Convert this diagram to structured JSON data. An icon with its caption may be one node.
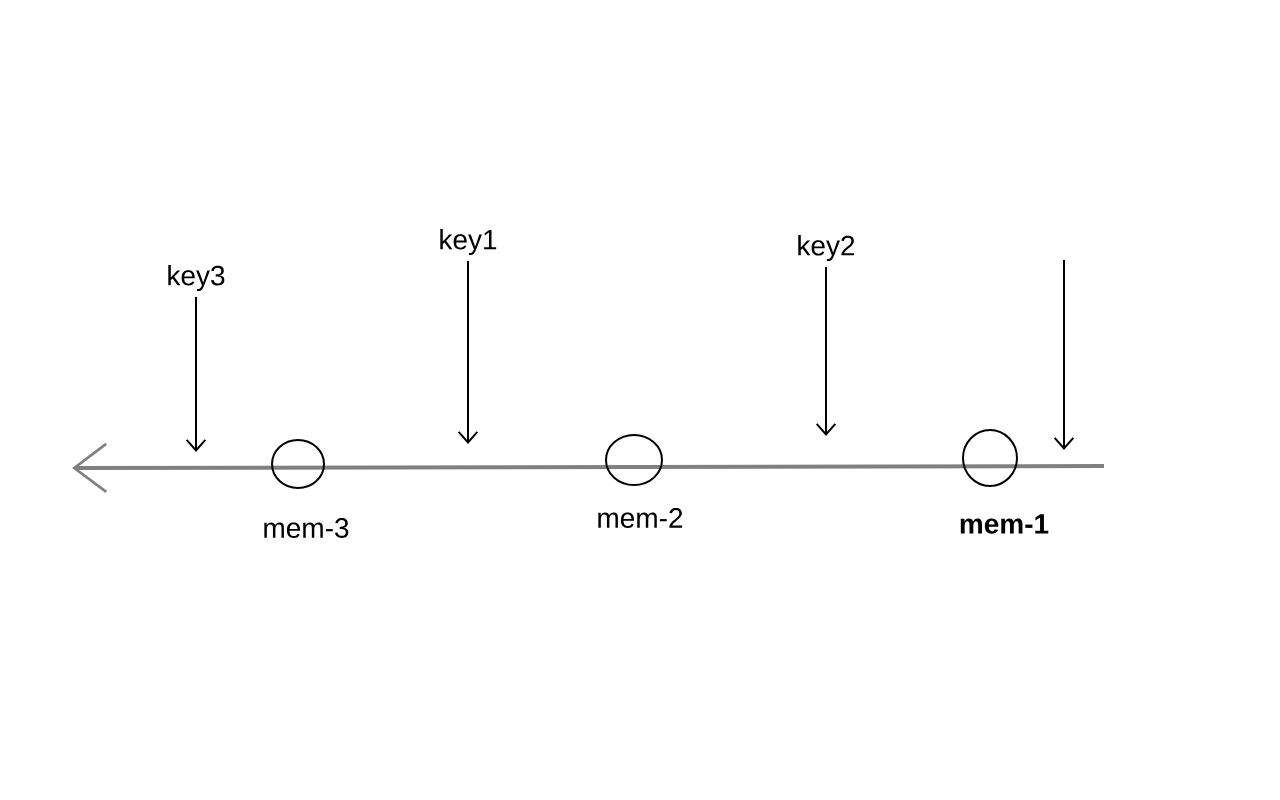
{
  "diagram": {
    "nodes": [
      {
        "text": [
          "key3"
        ]
      },
      {
        "text": [
          "key1"
        ]
      },
      {
        "text": [
          "key2"
        ]
      },
      {
        "text": [],
        "shape": "circle",
        "beside": [
          "mem-3"
        ]
      },
      {
        "text": [],
        "shape": "circle",
        "beside": [
          "mem-2"
        ]
      },
      {
        "text": [],
        "shape": "circle",
        "beside": [
          "mem-1"
        ]
      }
    ],
    "edges": [
      {
        "from": 0,
        "to": null,
        "arrow": "to"
      },
      {
        "from": 1,
        "to": null,
        "arrow": "to"
      },
      {
        "from": 2,
        "to": null,
        "arrow": "to"
      }
    ]
  }
}
